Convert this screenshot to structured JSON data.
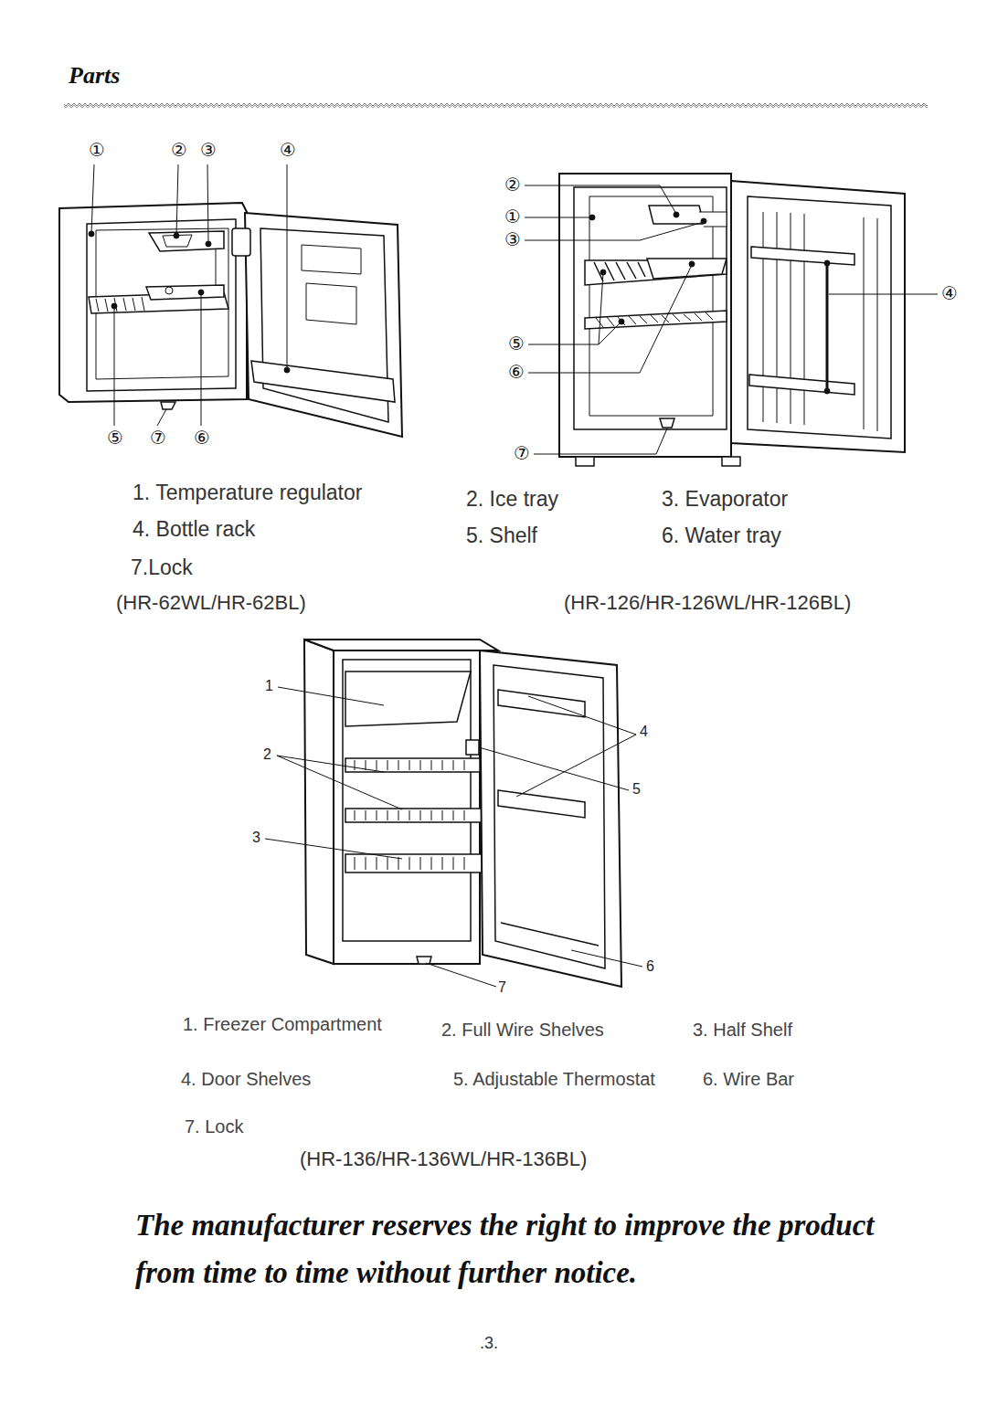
{
  "diagram": {
    "title": "Parts",
    "labels": [
      "①",
      "②",
      "③",
      "④",
      "⑤",
      "⑦",
      "⑥",
      "②",
      "①",
      "③",
      "⑤",
      "⑥",
      "⑦",
      "④",
      "1. Temperature regulator",
      "2. Ice tray",
      "3. Evaporator",
      "4. Bottle rack",
      "5. Shelf",
      "6. Water tray",
      "7.Lock",
      "(HR-62WL/HR-62BL)",
      "(HR-126/HR-126WL/HR-126BL)",
      "1",
      "4",
      "2",
      "5",
      "3",
      "6",
      "7",
      "1. Freezer Compartment",
      "2. Full Wire Shelves",
      "3. Half Shelf",
      "4. Door  Shelves",
      "5. Adjustable Thermostat",
      "6. Wire Bar",
      "7. Lock",
      "(HR-136/HR-136WL/HR-136BL)",
      "The manufacturer reserves the right to improve the product from time to time without further notice.",
      ".3."
    ]
  }
}
